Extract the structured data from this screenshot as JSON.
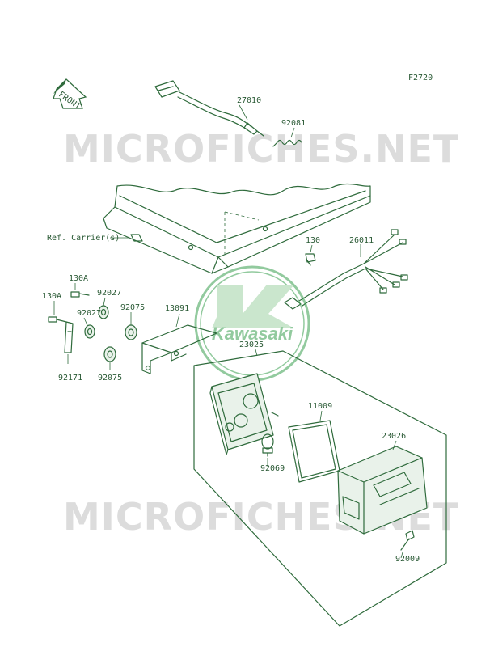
{
  "figure_code": "F2720",
  "front_arrow": "FRONT",
  "watermark": "MICROFICHES.NET",
  "logo_text": "Kawasaki",
  "colors": {
    "line": "#2f6b3c",
    "label": "#2a5a35",
    "watermark": "#dcdcdc",
    "logo": "#3aa050"
  },
  "labels": {
    "p27010": "27010",
    "p92081": "92081",
    "ref_carrier": "Ref. Carrier(s)",
    "p130": "130",
    "p26011": "26011",
    "p130A_upper": "130A",
    "p130A_left": "130A",
    "p92027_a": "92027",
    "p92027_b": "92027",
    "p92075_a": "92075",
    "p92075_b": "92075",
    "p13091": "13091",
    "p92171": "92171",
    "p23025": "23025",
    "p11009": "11009",
    "p23026": "23026",
    "p92069": "92069",
    "p92009": "92009"
  }
}
